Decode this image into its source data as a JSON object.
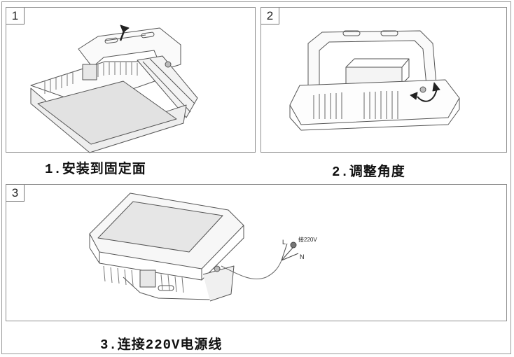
{
  "panels": [
    {
      "number": "1",
      "caption": "1.安装到固定面"
    },
    {
      "number": "2",
      "caption": "2.调整角度"
    },
    {
      "number": "3",
      "caption": "3.连接220V电源线"
    }
  ],
  "wiring": {
    "line": "L",
    "neutral": "N",
    "ground_label": "接220V"
  }
}
